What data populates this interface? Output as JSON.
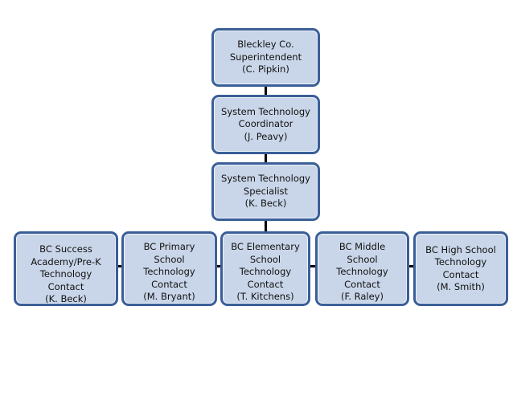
{
  "org_chart": {
    "nodes": [
      {
        "id": "superintendent",
        "lines": [
          "Bleckley Co.",
          "Superintendent",
          "(C. Pipkin)"
        ]
      },
      {
        "id": "coordinator",
        "lines": [
          "System Technology",
          "Coordinator",
          "(J. Peavy)"
        ]
      },
      {
        "id": "specialist",
        "lines": [
          "System Technology",
          "Specialist",
          "(K. Beck)"
        ]
      },
      {
        "id": "success-academy",
        "lines": [
          "BC Success",
          "Academy/Pre-K",
          "Technology",
          "Contact",
          "(K. Beck)"
        ]
      },
      {
        "id": "primary",
        "lines": [
          "BC Primary",
          "School",
          "Technology",
          "Contact",
          "(M. Bryant)"
        ]
      },
      {
        "id": "elementary",
        "lines": [
          "BC Elementary",
          "School",
          "Technology",
          "Contact",
          "(T. Kitchens)"
        ]
      },
      {
        "id": "middle",
        "lines": [
          "BC Middle",
          "School",
          "Technology",
          "Contact",
          "(F. Raley)"
        ]
      },
      {
        "id": "high",
        "lines": [
          "BC High School",
          "Technology",
          "Contact",
          "(M. Smith)"
        ]
      }
    ],
    "edges": [
      [
        "superintendent",
        "coordinator"
      ],
      [
        "coordinator",
        "specialist"
      ],
      [
        "specialist",
        "elementary"
      ],
      [
        "success-academy",
        "primary"
      ],
      [
        "primary",
        "elementary"
      ],
      [
        "elementary",
        "middle"
      ],
      [
        "middle",
        "high"
      ]
    ],
    "colors": {
      "box_fill": "#c9d6e9",
      "box_border": "#3a5f98",
      "connector": "#000000"
    }
  }
}
